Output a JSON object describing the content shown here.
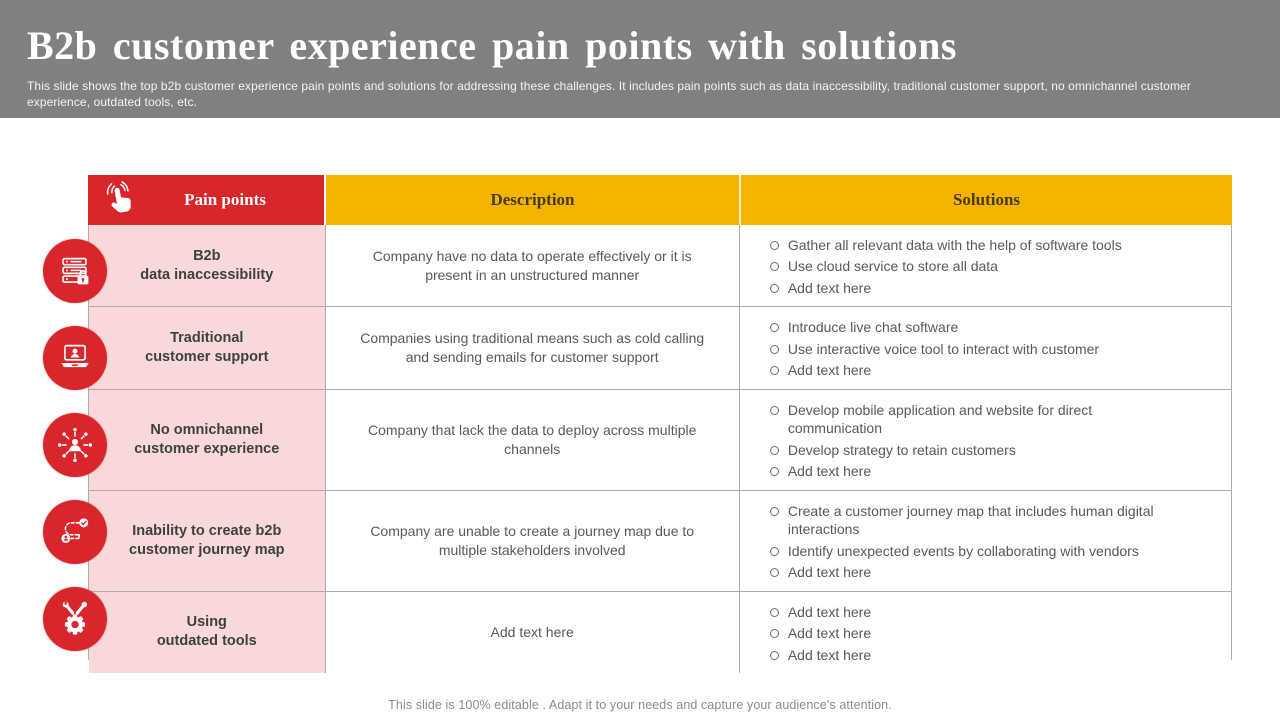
{
  "slide": {
    "title": "B2b customer experience pain points with solutions",
    "subtitle": "This slide shows the top b2b customer experience pain points and solutions for addressing these challenges. It includes pain points such as data inaccessibility, traditional customer support, no omnichannel customer experience, outdated tools, etc.",
    "footer": "This slide is 100% editable . Adapt it to your needs and capture your audience’s attention."
  },
  "colors": {
    "band_gray": "#808080",
    "accent_red": "#D8262C",
    "accent_gold": "#F3B500",
    "pain_cell_pink": "#F8D8D8",
    "body_text_gray": "#595959",
    "border_gray": "#ABABAB"
  },
  "table": {
    "headers": {
      "pain_points": "Pain points",
      "description": "Description",
      "solutions": "Solutions",
      "pain_icon": "tap-gesture-icon"
    },
    "rows": [
      {
        "icon": "server-lock-icon",
        "label_line1": "B2b",
        "label_line2": "data inaccessibility",
        "description": "Company have no data to operate effectively or it is present in an unstructured manner",
        "solutions": [
          "Gather all relevant data with the help of software tools",
          "Use cloud service to store all data",
          "Add text here"
        ]
      },
      {
        "icon": "customer-support-laptop-icon",
        "label_line1": "Traditional",
        "label_line2": "customer support",
        "description": "Companies using traditional means such as cold calling and sending emails for customer support",
        "solutions": [
          "Introduce live chat software",
          "Use interactive voice tool to interact with customer",
          "Add text here"
        ]
      },
      {
        "icon": "omnichannel-network-icon",
        "label_line1": "No omnichannel",
        "label_line2": "customer experience",
        "description": "Company that lack the data to deploy across multiple channels",
        "solutions": [
          "Develop mobile application and website for direct communication",
          "Develop strategy to retain customers",
          "Add text here"
        ]
      },
      {
        "icon": "journey-map-icon",
        "label_line1": "Inability to create b2b",
        "label_line2": "customer journey map",
        "description": "Company are unable to create a journey map due to multiple stakeholders involved",
        "solutions": [
          "Create a customer journey map that includes human digital interactions",
          "Identify unexpected events by collaborating with vendors",
          "Add text here"
        ]
      },
      {
        "icon": "gear-tools-icon",
        "label_line1": "Using",
        "label_line2": "outdated tools",
        "description": "Add text here",
        "solutions": [
          "Add text here",
          "Add text here",
          "Add text here"
        ]
      }
    ]
  }
}
